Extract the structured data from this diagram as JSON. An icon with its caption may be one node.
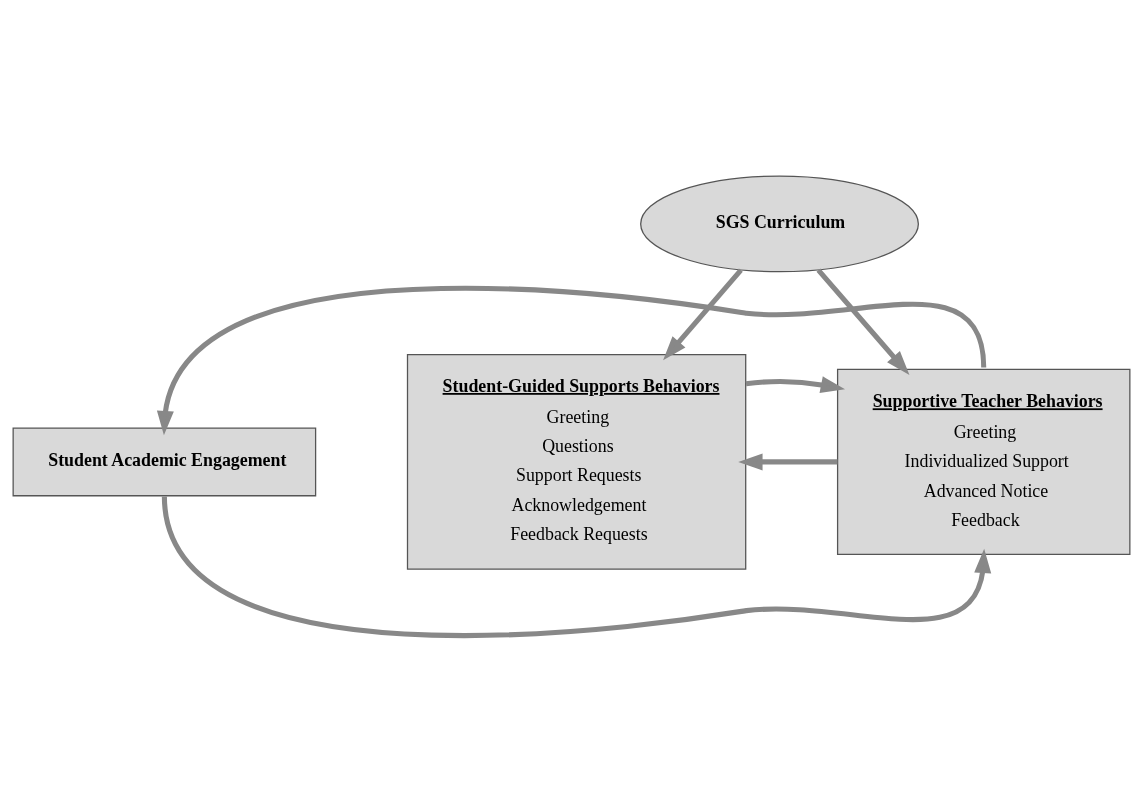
{
  "diagram": {
    "nodes": [
      {
        "text": [
          "SGS Curriculum"
        ]
      },
      {
        "text": [
          "Student Academic Engagement"
        ]
      },
      {
        "text": [
          "Student-Guided Supports Behaviors",
          "Greeting",
          "Questions",
          "Support Requests",
          "Acknowledgement",
          "Feedback Requests"
        ]
      },
      {
        "text": [
          "Supportive Teacher Behaviors",
          "Greeting",
          "Individualized Support",
          "Advanced Notice",
          "Feedback"
        ]
      }
    ],
    "edges": [
      {
        "from": 3,
        "to": 1,
        "arrow": "to"
      },
      {
        "from": 3,
        "to": 2,
        "arrow": "to"
      },
      {
        "from": 0,
        "to": 2,
        "arrow": "to"
      },
      {
        "from": 0,
        "to": 3,
        "arrow": "to"
      },
      {
        "from": 1,
        "to": 3,
        "arrow": "to"
      },
      {
        "from": 2,
        "to": 3,
        "arrow": "to"
      }
    ]
  }
}
